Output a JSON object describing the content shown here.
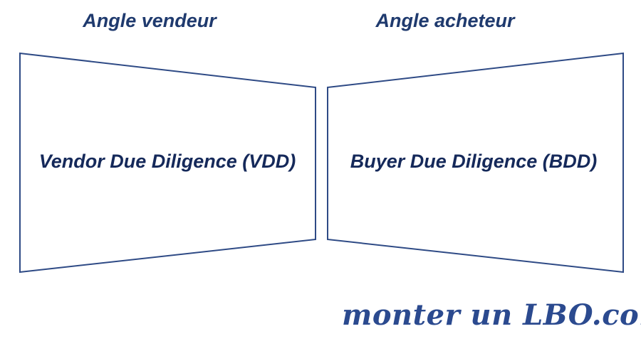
{
  "headings": {
    "vendor": "Angle vendeur",
    "buyer": "Angle acheteur"
  },
  "panels": {
    "vendor_label": "Vendor Due Diligence (VDD)",
    "buyer_label": "Buyer Due Diligence (BDD)"
  },
  "brand": {
    "text": "monter un LBO.com"
  },
  "colors": {
    "heading_text": "#1f3a6e",
    "panel_text": "#15295a",
    "panel_stroke": "#2e4a85",
    "brand_text": "#2b4a8f"
  }
}
